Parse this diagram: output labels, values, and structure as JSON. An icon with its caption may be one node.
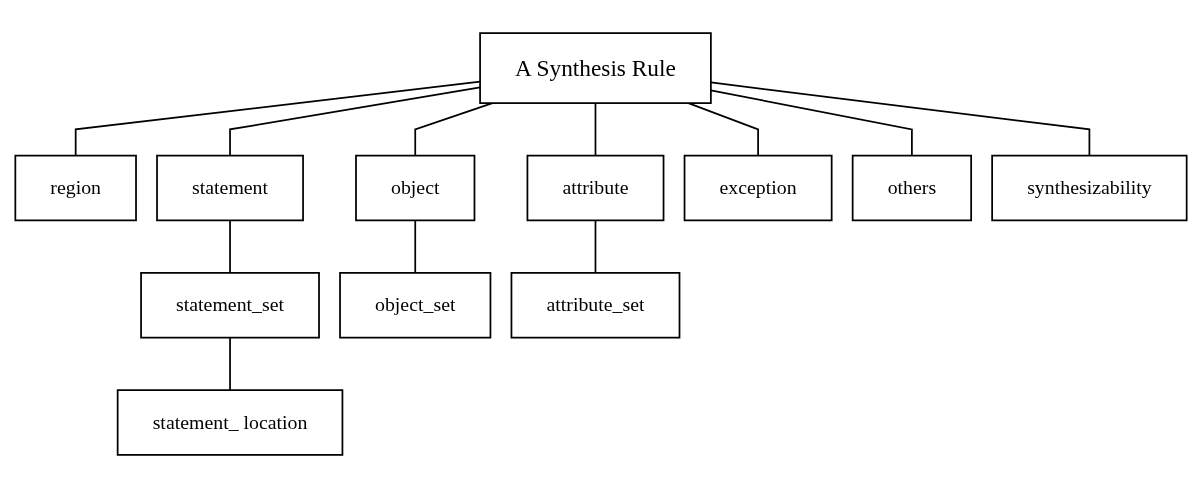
{
  "diagram": {
    "nodes": [
      {
        "text": [
          "A Synthesis Rule"
        ]
      },
      {
        "text": [
          "region"
        ]
      },
      {
        "text": [
          "statement"
        ]
      },
      {
        "text": [
          "object"
        ]
      },
      {
        "text": [
          "attribute"
        ]
      },
      {
        "text": [
          "exception"
        ]
      },
      {
        "text": [
          "others"
        ]
      },
      {
        "text": [
          "synthesizability"
        ]
      },
      {
        "text": [
          "statement_set"
        ]
      },
      {
        "text": [
          "object_set"
        ]
      },
      {
        "text": [
          "attribute_set"
        ]
      },
      {
        "text": [
          "statement_ location"
        ]
      }
    ],
    "edges": [
      {
        "from": 0,
        "to": 1,
        "arrow": "none"
      },
      {
        "from": 0,
        "to": 2,
        "arrow": "none"
      },
      {
        "from": 0,
        "to": 3,
        "arrow": "none"
      },
      {
        "from": 0,
        "to": 4,
        "arrow": "none"
      },
      {
        "from": 0,
        "to": 5,
        "arrow": "none"
      },
      {
        "from": 0,
        "to": 6,
        "arrow": "none"
      },
      {
        "from": 0,
        "to": 7,
        "arrow": "none"
      },
      {
        "from": 2,
        "to": 8,
        "arrow": "none"
      },
      {
        "from": 8,
        "to": 11,
        "arrow": "none"
      },
      {
        "from": 3,
        "to": 9,
        "arrow": "none"
      },
      {
        "from": 4,
        "to": 10,
        "arrow": "none"
      }
    ]
  }
}
